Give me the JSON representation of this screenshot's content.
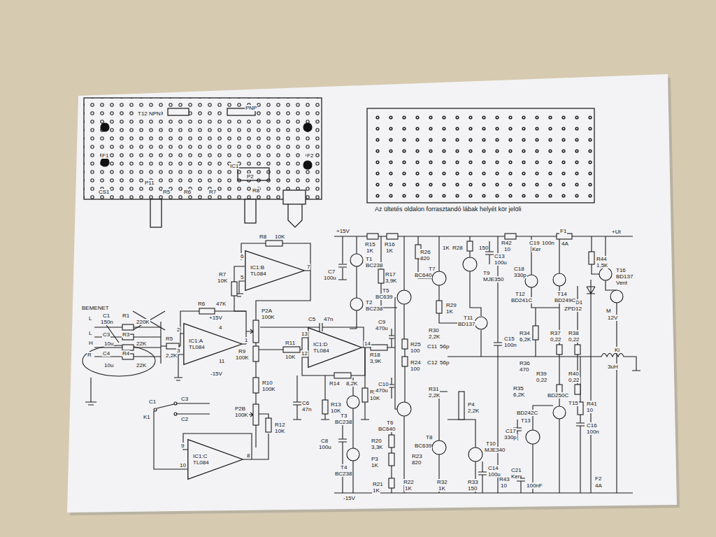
{
  "diagram": {
    "nodes": [
      {
        "text": [
          "IC1:A",
          "TL084"
        ]
      },
      {
        "text": [
          "IC1:B",
          "TL084"
        ]
      },
      {
        "text": [
          "IC1:D",
          "TL084"
        ]
      },
      {
        "text": [
          "IC1:C",
          "TL084"
        ]
      }
    ],
    "labels": [
      "F1",
      "F2",
      "IC1",
      "P2",
      "P11",
      "CS1",
      "R5",
      "R6",
      "R7",
      "R8",
      "T12 NPN",
      "PNP",
      "Az ültetés oldalon forrasztandó lábak helyét kör jelöli",
      "BEMENET",
      "L",
      "L",
      "H",
      "R",
      "C1",
      "150n",
      "R1",
      "220K",
      "C3",
      "10u",
      "R3",
      "22K",
      "C4",
      "10u",
      "R4",
      "22K",
      "R5",
      "2,2K",
      "R6",
      "47K",
      "+15V",
      "-15V",
      "4",
      "2",
      "3",
      "1",
      "11",
      "R7",
      "10K",
      "R8",
      "10K",
      "6",
      "5",
      "7",
      "P2A",
      "100K",
      "C5",
      "47n",
      "R9",
      "100K",
      "R11",
      "10K",
      "13",
      "12",
      "14",
      "R14",
      "8,2K",
      "R10",
      "100K",
      "P2B",
      "100K",
      "R12",
      "10K",
      "C6",
      "47n",
      "R13",
      "10K",
      "R19",
      "10K",
      "R18",
      "3,9K",
      "C1",
      "K1",
      "C3",
      "C2",
      "9",
      "10",
      "8",
      "+15V",
      "C7",
      "100u",
      "T1",
      "BC238",
      "T2",
      "BC238",
      "R15",
      "1K",
      "R16",
      "1K",
      "R17",
      "3,9K",
      "R26",
      "820",
      "T5",
      "BC639",
      "T7",
      "BC640",
      "1K",
      "R28",
      "150",
      "T9",
      "MJE350",
      "C13",
      "100u",
      "R42",
      "10",
      "C19",
      "100n",
      "Ker",
      "F1",
      "4A",
      "+Ut",
      "R44",
      "1,5K",
      "T16",
      "BD137",
      "Vent",
      "D1",
      "ZPD12",
      "M",
      "12V",
      "C18",
      "330p",
      "T12",
      "BD241C",
      "T14",
      "BD249C",
      "R29",
      "1K",
      "T11",
      "BD137",
      "R30",
      "2,2K",
      "C11",
      "56p",
      "C12",
      "56p",
      "R25",
      "100",
      "R24",
      "100",
      "C9",
      "470u",
      "C10",
      "470u",
      "R31",
      "2,2K",
      "C15",
      "100n",
      "R34",
      "6,2K",
      "R37",
      "0,22",
      "R38",
      "0,22",
      "R36",
      "470",
      "R39",
      "0,22",
      "R40",
      "0,22",
      "3uH",
      "Ki",
      "R35",
      "6,2K",
      "T6",
      "BC640",
      "T8",
      "BC639",
      "P4",
      "2,2K",
      "T10",
      "MJE340",
      "BD242C",
      "T13",
      "BD250C",
      "T15",
      "C17",
      "330p",
      "R41",
      "10",
      "C16",
      "100n",
      "C14",
      "100u",
      "R43",
      "10",
      "C21",
      "Ker",
      "100nF",
      "F2",
      "4A",
      "R32",
      "1K",
      "R33",
      "150",
      "R22",
      "1K",
      "R23",
      "820",
      "R20",
      "3,3K",
      "P3",
      "1K",
      "R21",
      "1K",
      "C8",
      "100u",
      "T3",
      "BC238",
      "T4",
      "BC238",
      "-15V"
    ]
  }
}
